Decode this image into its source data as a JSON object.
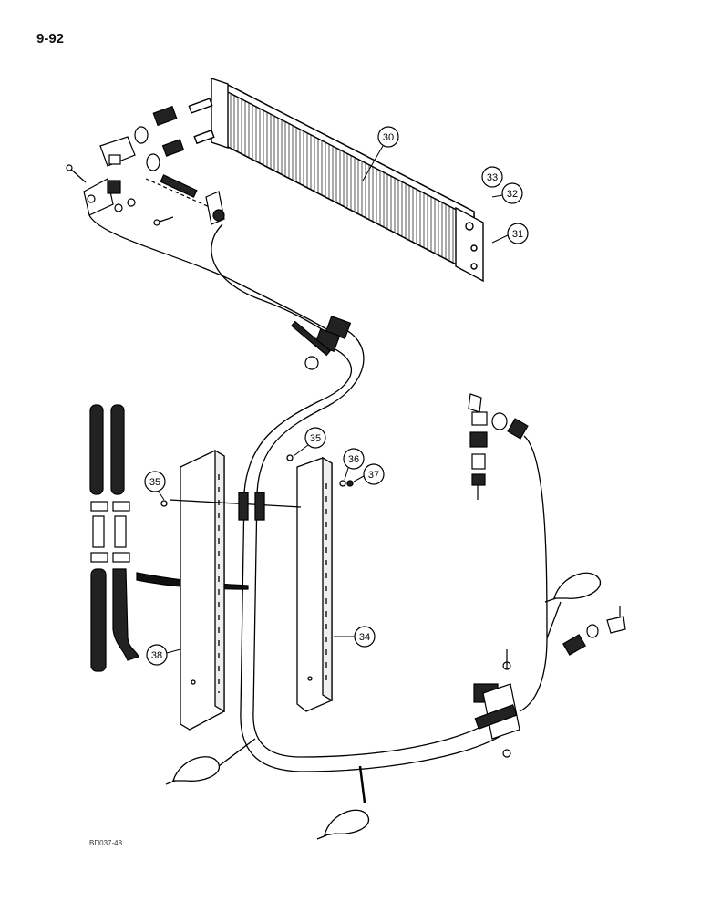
{
  "page_number": "9-92",
  "figure_code": "BΠ037-48",
  "callouts": [
    {
      "id": "c30",
      "label": "30"
    },
    {
      "id": "c31",
      "label": "31"
    },
    {
      "id": "c32",
      "label": "32"
    },
    {
      "id": "c33",
      "label": "33"
    },
    {
      "id": "c34",
      "label": "34"
    },
    {
      "id": "c35a",
      "label": "35"
    },
    {
      "id": "c35b",
      "label": "35"
    },
    {
      "id": "c36",
      "label": "36"
    },
    {
      "id": "c37",
      "label": "37"
    },
    {
      "id": "c38",
      "label": "38"
    }
  ]
}
